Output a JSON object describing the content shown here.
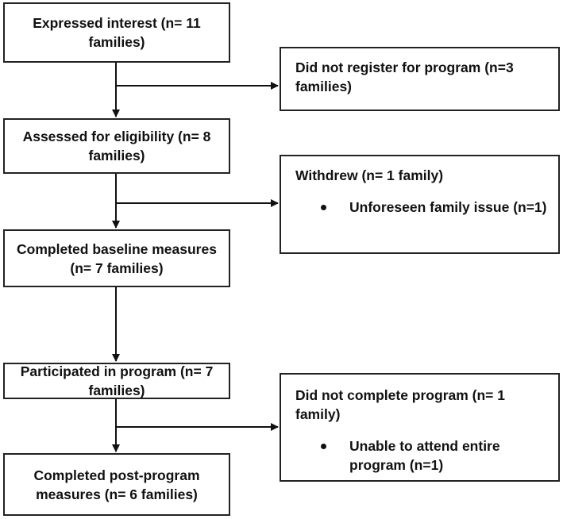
{
  "main_flow": [
    {
      "id": "interest",
      "label": "Expressed interest (n= 11 families)"
    },
    {
      "id": "eligibility",
      "label": "Assessed for eligibility (n= 8 families)"
    },
    {
      "id": "baseline",
      "label": "Completed baseline measures (n= 7 families)"
    },
    {
      "id": "program",
      "label": "Participated in program (n= 7 families)"
    },
    {
      "id": "post",
      "label": "Completed post-program measures (n= 6 families)"
    }
  ],
  "exclusions": [
    {
      "id": "not-registered",
      "label": "Did not register for program (n=3 families)",
      "bullets": []
    },
    {
      "id": "withdrew",
      "label": "Withdrew (n= 1 family)",
      "bullets": [
        "Unforeseen family issue (n=1)"
      ]
    },
    {
      "id": "not-completed",
      "label": "Did not complete program (n= 1 family)",
      "bullets": [
        "Unable to attend entire program (n=1)"
      ]
    }
  ]
}
